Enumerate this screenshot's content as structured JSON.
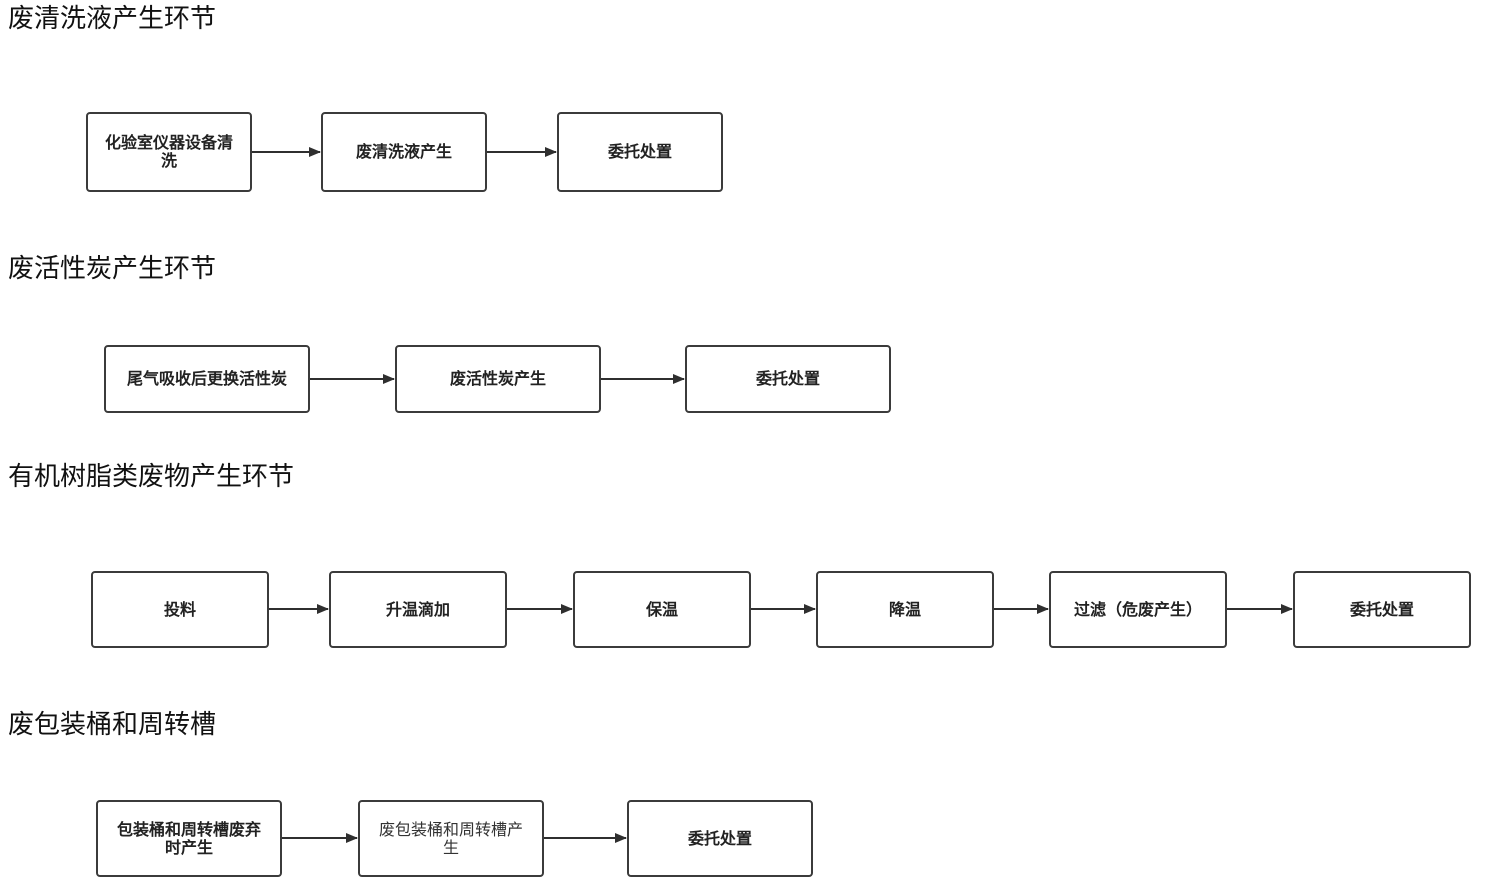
{
  "sections": [
    {
      "title": "废清洗液产生环节",
      "nodes": [
        "化验室仪器设备清洗",
        "废清洗液产生",
        "委托处置"
      ]
    },
    {
      "title": "废活性炭产生环节",
      "nodes": [
        "尾气吸收后更换活性炭",
        "废活性炭产生",
        "委托处置"
      ]
    },
    {
      "title": "有机树脂类废物产生环节",
      "nodes": [
        "投料",
        "升温滴加",
        "保温",
        "降温",
        "过滤（危废产生）",
        "委托处置"
      ]
    },
    {
      "title": "废包装桶和周转槽",
      "nodes": [
        "包装桶和周转槽废弃时产生",
        "废包装桶和周转槽产生",
        "委托处置"
      ]
    }
  ],
  "colors": {
    "border": "#3b3b3b",
    "arrow": "#2f2f2f",
    "text": "#222222"
  }
}
